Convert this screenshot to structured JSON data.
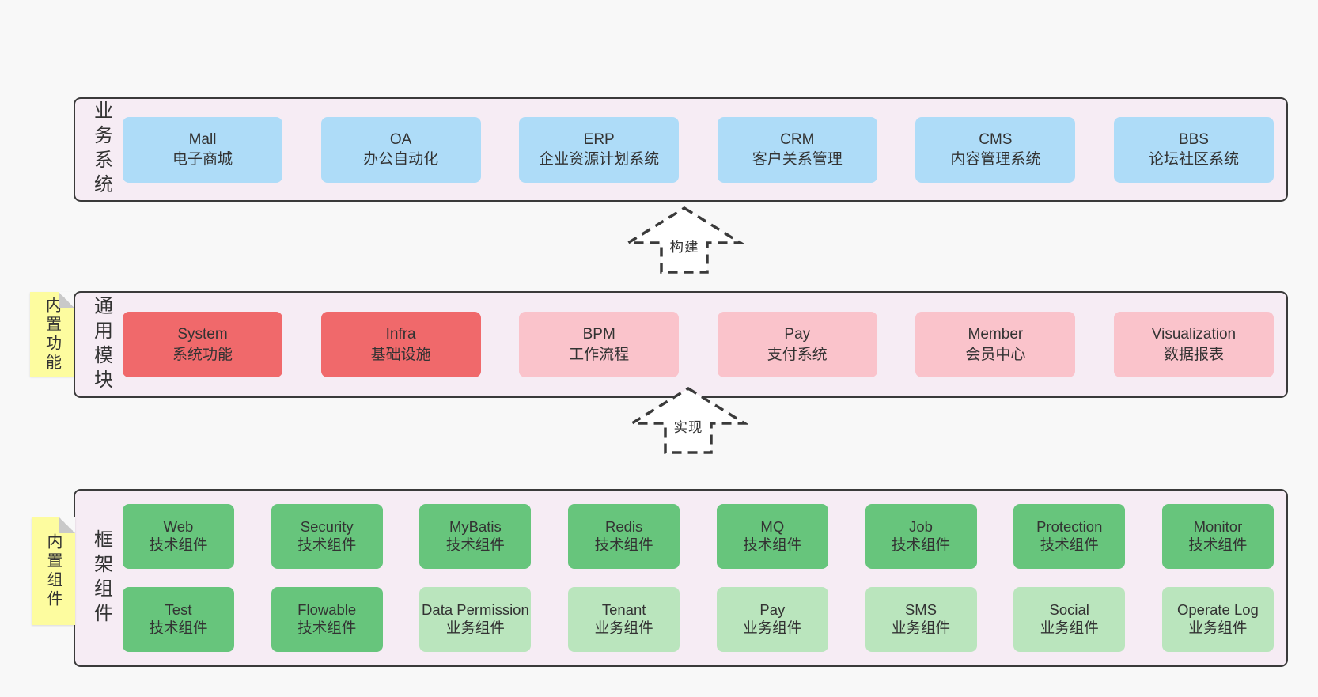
{
  "colors": {
    "page_background": "#f8f8f8",
    "container_fill": "#f6ecf4",
    "container_border": "#3a3a3a",
    "blue": "#aedcf8",
    "red": "#f0696b",
    "pink": "#fac3cb",
    "green": "#67c57c",
    "light_green": "#bae5bd",
    "yellow_tag": "#fdfc9f",
    "fold_gray": "#c9c9c9",
    "text": "#333333"
  },
  "layers": [
    {
      "name": "business-systems",
      "side_label": "业务系统",
      "tag": null,
      "rows": [
        [
          {
            "title": "Mall",
            "subtitle": "电子商城",
            "variant": "blue"
          },
          {
            "title": "OA",
            "subtitle": "办公自动化",
            "variant": "blue"
          },
          {
            "title": "ERP",
            "subtitle": "企业资源计划系统",
            "variant": "blue"
          },
          {
            "title": "CRM",
            "subtitle": "客户关系管理",
            "variant": "blue"
          },
          {
            "title": "CMS",
            "subtitle": "内容管理系统",
            "variant": "blue"
          },
          {
            "title": "BBS",
            "subtitle": "论坛社区系统",
            "variant": "blue"
          }
        ]
      ]
    },
    {
      "name": "common-modules",
      "side_label": "通用模块",
      "tag": "内置功能",
      "rows": [
        [
          {
            "title": "System",
            "subtitle": "系统功能",
            "variant": "red"
          },
          {
            "title": "Infra",
            "subtitle": "基础设施",
            "variant": "red"
          },
          {
            "title": "BPM",
            "subtitle": "工作流程",
            "variant": "pink"
          },
          {
            "title": "Pay",
            "subtitle": "支付系统",
            "variant": "pink"
          },
          {
            "title": "Member",
            "subtitle": "会员中心",
            "variant": "pink"
          },
          {
            "title": "Visualization",
            "subtitle": "数据报表",
            "variant": "pink"
          }
        ]
      ]
    },
    {
      "name": "framework-components",
      "side_label": "框架组件",
      "tag": "内置组件",
      "rows": [
        [
          {
            "title": "Web",
            "subtitle": "技术组件",
            "variant": "green"
          },
          {
            "title": "Security",
            "subtitle": "技术组件",
            "variant": "green"
          },
          {
            "title": "MyBatis",
            "subtitle": "技术组件",
            "variant": "green"
          },
          {
            "title": "Redis",
            "subtitle": "技术组件",
            "variant": "green"
          },
          {
            "title": "MQ",
            "subtitle": "技术组件",
            "variant": "green"
          },
          {
            "title": "Job",
            "subtitle": "技术组件",
            "variant": "green"
          },
          {
            "title": "Protection",
            "subtitle": "技术组件",
            "variant": "green"
          },
          {
            "title": "Monitor",
            "subtitle": "技术组件",
            "variant": "green"
          }
        ],
        [
          {
            "title": "Test",
            "subtitle": "技术组件",
            "variant": "green"
          },
          {
            "title": "Flowable",
            "subtitle": "技术组件",
            "variant": "green"
          },
          {
            "title": "Data Permission",
            "subtitle": "业务组件",
            "variant": "light_green"
          },
          {
            "title": "Tenant",
            "subtitle": "业务组件",
            "variant": "light_green"
          },
          {
            "title": "Pay",
            "subtitle": "业务组件",
            "variant": "light_green"
          },
          {
            "title": "SMS",
            "subtitle": "业务组件",
            "variant": "light_green"
          },
          {
            "title": "Social",
            "subtitle": "业务组件",
            "variant": "light_green"
          },
          {
            "title": "Operate Log",
            "subtitle": "业务组件",
            "variant": "light_green"
          }
        ]
      ]
    }
  ],
  "arrows": [
    {
      "label": "构建"
    },
    {
      "label": "实现"
    }
  ]
}
